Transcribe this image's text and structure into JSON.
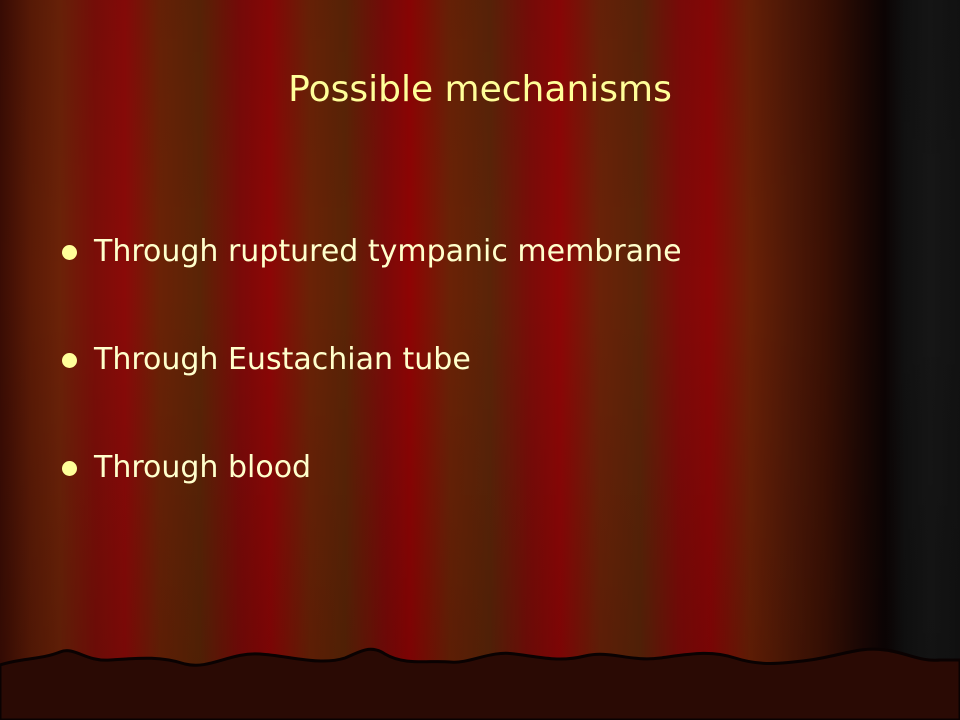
{
  "slide": {
    "title": "Possible mechanisms",
    "bullets": [
      "Through ruptured tympanic membrane",
      "Through Eustachian tube",
      "Through blood"
    ]
  },
  "colors": {
    "title": "#ffff99",
    "bullet_text": "#ffffcc",
    "bullet_marker": "#ffff99",
    "curtain_red": "#8a0a08",
    "curtain_brown": "#5a2406",
    "stage_floor": "#2a0a04"
  }
}
